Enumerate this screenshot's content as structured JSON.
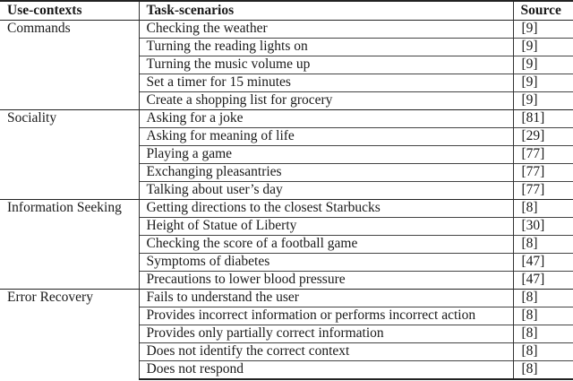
{
  "table": {
    "headers": {
      "use_contexts": "Use-contexts",
      "task_scenarios": "Task-scenarios",
      "source": "Source"
    },
    "groups": [
      {
        "context": "Commands",
        "rows": [
          {
            "task": "Checking the weather",
            "source": "[9]"
          },
          {
            "task": "Turning the reading lights on",
            "source": "[9]"
          },
          {
            "task": "Turning the music volume up",
            "source": "[9]"
          },
          {
            "task": "Set a timer for 15 minutes",
            "source": "[9]"
          },
          {
            "task": "Create a shopping list for grocery",
            "source": "[9]"
          }
        ]
      },
      {
        "context": "Sociality",
        "rows": [
          {
            "task": "Asking for a joke",
            "source": "[81]"
          },
          {
            "task": "Asking for meaning of life",
            "source": "[29]"
          },
          {
            "task": "Playing a game",
            "source": "[77]"
          },
          {
            "task": "Exchanging pleasantries",
            "source": "[77]"
          },
          {
            "task": "Talking about user’s day",
            "source": "[77]"
          }
        ]
      },
      {
        "context": "Information Seeking",
        "rows": [
          {
            "task": "Getting directions to the closest Starbucks",
            "source": "[8]"
          },
          {
            "task": "Height of Statue of Liberty",
            "source": "[30]"
          },
          {
            "task": "Checking the score of a football game",
            "source": "[8]"
          },
          {
            "task": "Symptoms of diabetes",
            "source": "[47]"
          },
          {
            "task": "Precautions to lower blood pressure",
            "source": "[47]"
          }
        ]
      },
      {
        "context": "Error Recovery",
        "rows": [
          {
            "task": "Fails to understand the user",
            "source": "[8]"
          },
          {
            "task": "Provides incorrect information or performs incorrect action",
            "source": "[8]"
          },
          {
            "task": "Provides only partially correct information",
            "source": "[8]"
          },
          {
            "task": "Does not identify the correct context",
            "source": "[8]"
          },
          {
            "task": "Does not respond",
            "source": "[8]"
          }
        ]
      }
    ]
  }
}
